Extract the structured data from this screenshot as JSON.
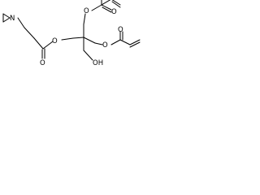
{
  "molecule": {
    "atoms": {
      "n_aziridine": "N",
      "o_ester_left": "O",
      "o_carbonyl_left": "O",
      "o_ester_top": "O",
      "o_carbonyl_top": "O",
      "o_ester_right": "O",
      "o_carbonyl_right": "O",
      "hydroxyl": "OH"
    }
  },
  "colors": {
    "background": "#ffffff",
    "ink": "#000000"
  }
}
